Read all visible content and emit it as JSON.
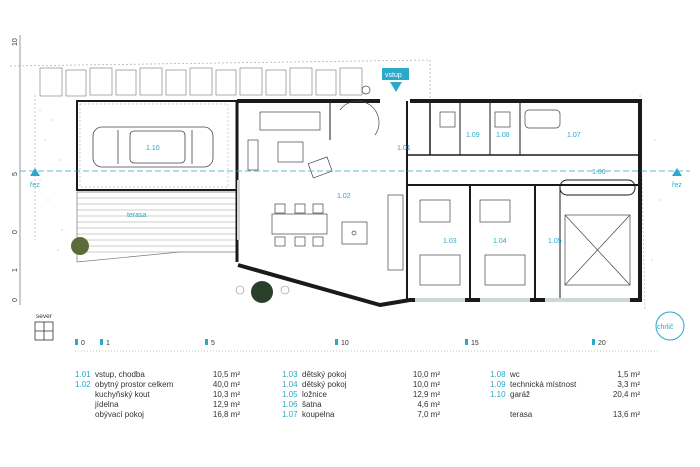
{
  "north_label": "sever",
  "entrance_label": "vstup",
  "section_label": "řez",
  "stamp": "chrlič",
  "axis_left_ticks": [
    "10",
    "5",
    "0",
    "1",
    "0"
  ],
  "scale_ticks": [
    "0",
    "1",
    "5",
    "10",
    "15",
    "20"
  ],
  "rooms_on_plan": {
    "r101": "1.01",
    "r102": "1.02",
    "r103": "1.03",
    "r104": "1.04",
    "r105": "1.05",
    "r106": "1.06",
    "r107": "1.07",
    "r108": "1.08",
    "r109": "1.09",
    "r110": "1.10",
    "terasa": "terasa"
  },
  "legend": {
    "col1": [
      {
        "code": "1.01",
        "name": "vstup, chodba",
        "area": "10,5 m²"
      },
      {
        "code": "1.02",
        "name": "obytný prostor celkem",
        "area": "40,0 m²"
      },
      {
        "code": "",
        "name": "kuchyňský kout",
        "area": "10,3 m²"
      },
      {
        "code": "",
        "name": "jídelna",
        "area": "12,9 m²"
      },
      {
        "code": "",
        "name": "obývací pokoj",
        "area": "16,8 m²"
      }
    ],
    "col2": [
      {
        "code": "1.03",
        "name": "dětský pokoj",
        "area": "10,0 m²"
      },
      {
        "code": "1.04",
        "name": "dětský pokoj",
        "area": "10,0 m²"
      },
      {
        "code": "1.05",
        "name": "ložnice",
        "area": "12,9 m²"
      },
      {
        "code": "1.06",
        "name": "šatna",
        "area": "4,6 m²"
      },
      {
        "code": "1.07",
        "name": "koupelna",
        "area": "7,0 m²"
      }
    ],
    "col3": [
      {
        "code": "1.08",
        "name": "wc",
        "area": "1,5 m²"
      },
      {
        "code": "1.09",
        "name": "technická místnost",
        "area": "3,3 m²"
      },
      {
        "code": "1.10",
        "name": "garáž",
        "area": "20,4 m²"
      },
      {
        "code": "",
        "name": "",
        "area": ""
      },
      {
        "code": "",
        "name": "terasa",
        "area": "13,6 m²"
      }
    ]
  },
  "colors": {
    "accent": "#2aa9c9",
    "wall": "#1a1a1a",
    "grid": "#9aa7ad"
  }
}
